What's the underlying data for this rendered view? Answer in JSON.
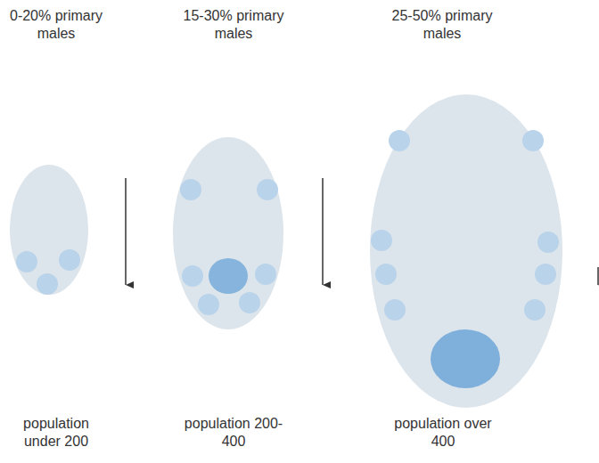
{
  "diagram": {
    "labels": [
      "0-20% primary males",
      "15-30% primary males",
      "25-50% primary males",
      "population under 200",
      "population 200-400",
      "population over 400"
    ]
  }
}
